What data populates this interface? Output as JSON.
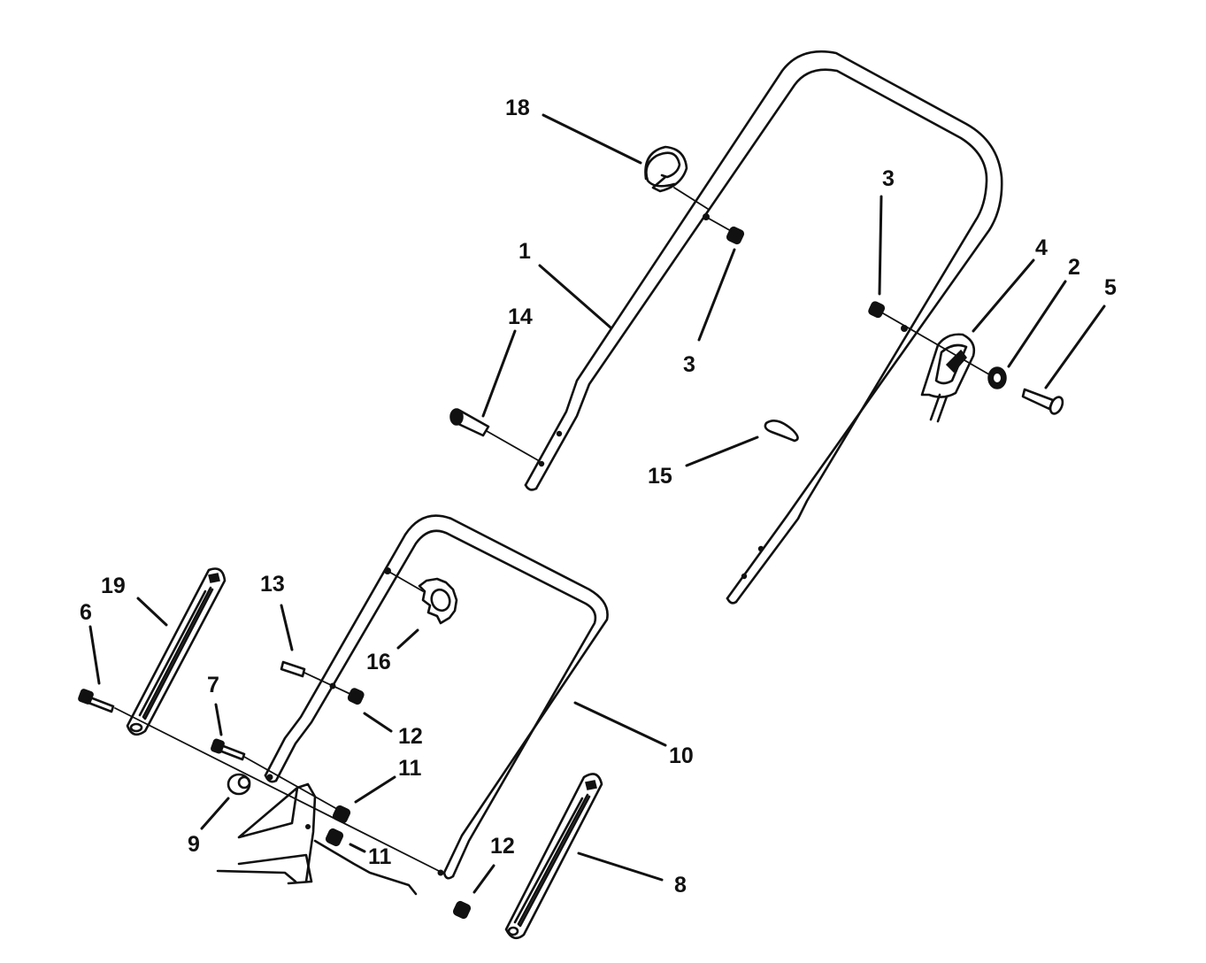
{
  "callouts": [
    {
      "id": "c18",
      "text": "18"
    },
    {
      "id": "c3a",
      "text": "3"
    },
    {
      "id": "c3b",
      "text": "3"
    },
    {
      "id": "c1",
      "text": "1"
    },
    {
      "id": "c14",
      "text": "14"
    },
    {
      "id": "c4",
      "text": "4"
    },
    {
      "id": "c2",
      "text": "2"
    },
    {
      "id": "c5",
      "text": "5"
    },
    {
      "id": "c15",
      "text": "15"
    },
    {
      "id": "c19",
      "text": "19"
    },
    {
      "id": "c6",
      "text": "6"
    },
    {
      "id": "c13",
      "text": "13"
    },
    {
      "id": "c16",
      "text": "16"
    },
    {
      "id": "c7",
      "text": "7"
    },
    {
      "id": "c12a",
      "text": "12"
    },
    {
      "id": "c10",
      "text": "10"
    },
    {
      "id": "c11a",
      "text": "11"
    },
    {
      "id": "c9",
      "text": "9"
    },
    {
      "id": "c11b",
      "text": "11"
    },
    {
      "id": "c12b",
      "text": "12"
    },
    {
      "id": "c8",
      "text": "8"
    }
  ]
}
